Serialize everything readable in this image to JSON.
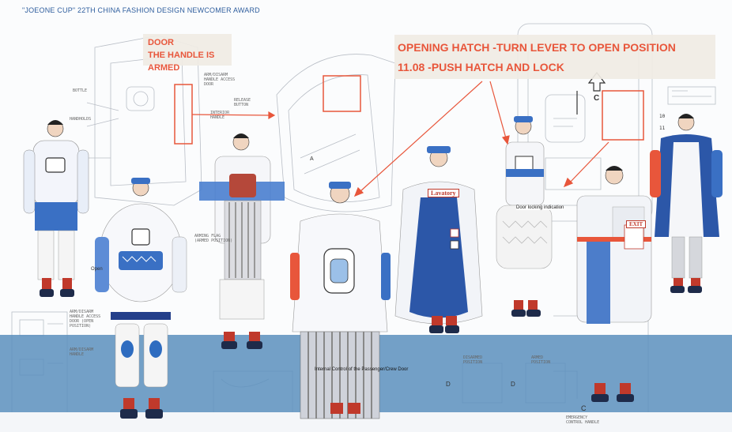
{
  "header": {
    "text": "\"JOEONE CUP\" 22TH CHINA FASHION DESIGN NEWCOMER AWARD"
  },
  "callouts": {
    "door_line1": "DOOR",
    "door_line2": "THE HANDLE IS ARMED",
    "hatch_line1": "OPENING HATCH -TURN LEVER TO OPEN POSITION",
    "hatch_line2": "11.08 -PUSH HATCH AND LOCK"
  },
  "diagram_labels": {
    "bottle": "BOTTLE",
    "handholds": "HANDHOLDS",
    "armed_handle": "ARM/DISARM\nHANDLE ACCESS\nDOOR",
    "release_button": "RELEASE\nBUTTON",
    "interior_handle": "INTERIOR\nHANDLE",
    "arming_flag": "ARMING FLAG\n(ARMED POSITION)",
    "access_door_open": "ARM/DISARM\nHANDLE ACCESS\nDOOR (OPEN\nPOSITION)",
    "arm_disarm_handle": "ARM/DISARM\nHANDLE",
    "disarmed_position": "DISARMED\nPOSITION",
    "armed_position": "ARMED\nPOSITION",
    "emergency_handle": "EMERGENCY\nCONTROL HANDLE",
    "letter_c": "C",
    "letter_d": "D",
    "letter_a": "A",
    "num_10": "10",
    "num_11": "11",
    "open_tag": "Open"
  },
  "garment_labels": {
    "lavatory": "Lavatory",
    "exit": "EXIT",
    "door_locking": "Door locking indication",
    "internal_control": "Internal Control of the Passenger/Crew Door"
  },
  "colors": {
    "accent_red": "#e8563b",
    "band_blue": "#5b8fbd",
    "navy": "#243f8a",
    "royal": "#2e6cc0"
  }
}
